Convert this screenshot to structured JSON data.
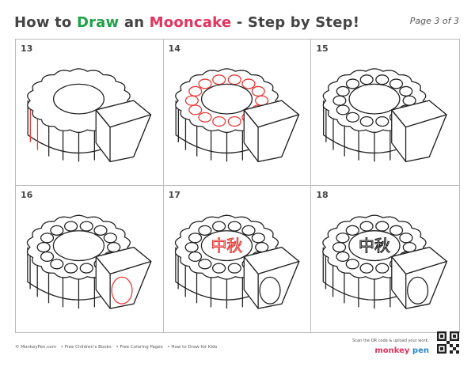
{
  "header": {
    "title_part1": "How to ",
    "title_draw": "Draw",
    "title_part2": " an ",
    "title_mooncake": "Mooncake",
    "title_part3": " - Step by Step!",
    "page": "Page 3 of 3"
  },
  "steps": [
    {
      "number": "13"
    },
    {
      "number": "14"
    },
    {
      "number": "15"
    },
    {
      "number": "16"
    },
    {
      "number": "17",
      "chars": "中秋"
    },
    {
      "number": "18",
      "chars": "中秋"
    }
  ],
  "footer": {
    "links": [
      "© MonkeyPen.com",
      "• Free Children's Books",
      "• Free Coloring Pages",
      "• How to Draw for Kids"
    ],
    "qr_text": "Scan the QR code & upload your work.",
    "brand_a": "monkey",
    "brand_b": " pen"
  },
  "colors": {
    "accent_green": "#20a14a",
    "accent_pink": "#e2335e",
    "stroke": "#222222",
    "highlight_red": "#e53935"
  }
}
